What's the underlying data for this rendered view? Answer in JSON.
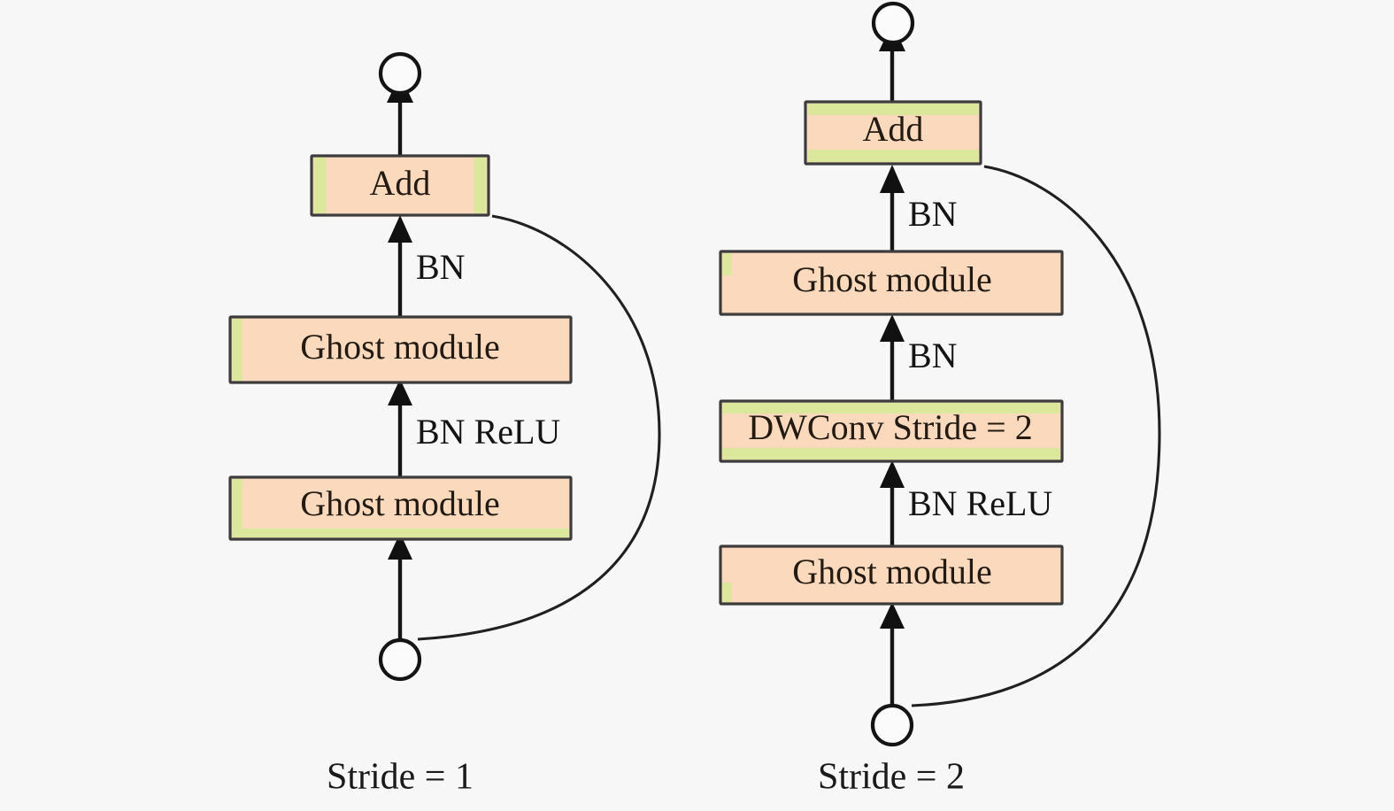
{
  "figure": {
    "background_color": "#f7f7f7",
    "box_fill_color": "#fbd9bd",
    "box_accent_color": "#dbe79b",
    "box_border_color": "#3c3c3c",
    "line_color": "#151515"
  },
  "diagrams": [
    {
      "id": "stride-1-block",
      "caption": "Stride = 1",
      "blocks": [
        {
          "id": "left-add",
          "label": "Add"
        },
        {
          "id": "left-ghost-upper",
          "label": "Ghost module"
        },
        {
          "id": "left-ghost-lower",
          "label": "Ghost module"
        }
      ],
      "edge_labels": [
        {
          "id": "left-bn",
          "label": "BN"
        },
        {
          "id": "left-bn-relu",
          "label": "BN ReLU"
        }
      ],
      "nodes": [
        {
          "id": "left-output-node",
          "role": "output"
        },
        {
          "id": "left-input-node",
          "role": "input"
        }
      ],
      "skip_connection": "input-node to add"
    },
    {
      "id": "stride-2-block",
      "caption": "Stride = 2",
      "blocks": [
        {
          "id": "right-add",
          "label": "Add"
        },
        {
          "id": "right-ghost-upper",
          "label": "Ghost module"
        },
        {
          "id": "right-dwconv",
          "label": "DWConv Stride = 2"
        },
        {
          "id": "right-ghost-lower",
          "label": "Ghost module"
        }
      ],
      "edge_labels": [
        {
          "id": "right-bn-top",
          "label": "BN"
        },
        {
          "id": "right-bn-mid",
          "label": "BN"
        },
        {
          "id": "right-bn-relu",
          "label": "BN ReLU"
        }
      ],
      "nodes": [
        {
          "id": "right-output-node",
          "role": "output"
        },
        {
          "id": "right-input-node",
          "role": "input"
        }
      ],
      "skip_connection": "input-node to add"
    }
  ]
}
